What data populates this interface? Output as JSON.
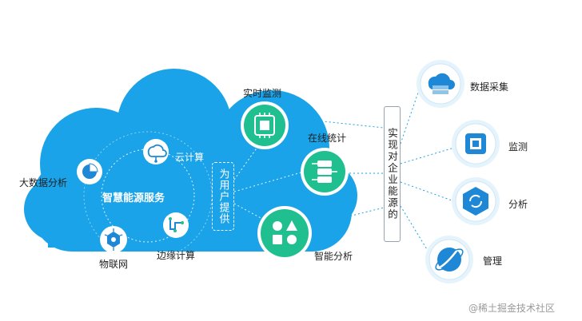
{
  "core": {
    "title": "智慧能源服务",
    "provide_label": "为用户提供"
  },
  "core_services": [
    {
      "label": "云计算",
      "icon": "cloud-network-icon"
    },
    {
      "label": "大数据分析",
      "icon": "pie-chart-icon"
    },
    {
      "label": "物联网",
      "icon": "iot-hexagon-icon"
    },
    {
      "label": "边缘计算",
      "icon": "edge-computing-icon"
    }
  ],
  "provided_capabilities": [
    {
      "label": "实时监测",
      "icon": "chip-icon"
    },
    {
      "label": "在线统计",
      "icon": "server-stack-icon"
    },
    {
      "label": "智能分析",
      "icon": "shapes-icon"
    }
  ],
  "goal_label": "实现对企业能源的",
  "goal_items": [
    {
      "label": "数据采集",
      "icon": "cloud-database-icon"
    },
    {
      "label": "监测",
      "icon": "chip-icon"
    },
    {
      "label": "分析",
      "icon": "refresh-analysis-icon"
    },
    {
      "label": "管理",
      "icon": "globe-manage-icon"
    }
  ],
  "watermark": "@稀土掘金技术社区",
  "colors": {
    "cloud_blue": "#1aa3e8",
    "green": "#1fbf8f",
    "icon_blue": "#1e88d6",
    "line": "#3aa3d8"
  }
}
